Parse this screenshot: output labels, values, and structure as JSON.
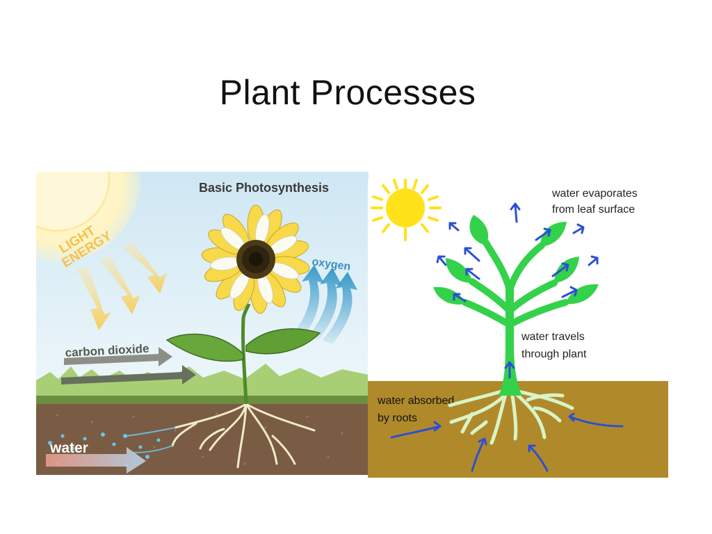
{
  "slide": {
    "title": "Plant Processes"
  },
  "photosynthesis": {
    "title": "Basic Photosynthesis",
    "light_energy_line1": "LIGHT",
    "light_energy_line2": "ENERGY",
    "oxygen": "oxygen",
    "carbon_dioxide": "carbon dioxide",
    "water": "water",
    "colors": {
      "sky": "#d9eef6",
      "soil": "#7a5c44",
      "grass": "#8fbf5a",
      "petal": "#f7d94a",
      "light": "#f5c94a",
      "oxygen": "#3a9ac9"
    }
  },
  "transpiration": {
    "evaporates_line1": "water evaporates",
    "evaporates_line2": "from leaf surface",
    "travels_line1": "water travels",
    "travels_line2": "through plant",
    "absorbed_line1": "water absorbed",
    "absorbed_line2": "by roots",
    "colors": {
      "plant": "#33d24a",
      "soil": "#b08a2a",
      "arrow": "#2c4fd6",
      "sun": "#ffe21a",
      "root": "#d8f4c8"
    }
  }
}
